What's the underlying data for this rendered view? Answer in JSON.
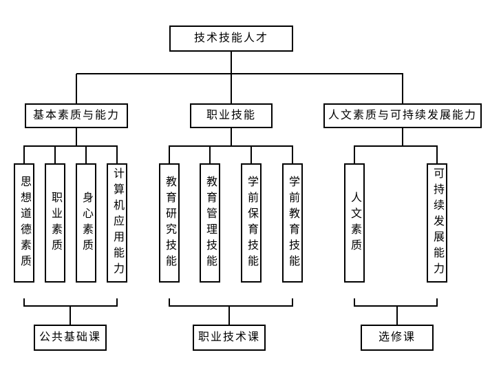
{
  "diagram": {
    "title": "curriculum-structure-tree",
    "root": {
      "label": "技术技能人才"
    },
    "branches": [
      {
        "label": "基本素质与能力",
        "children": [
          {
            "label": "思想道德素质"
          },
          {
            "label": "职业素质"
          },
          {
            "label": "身心素质"
          },
          {
            "label": "计算机应用能力"
          }
        ],
        "course": {
          "label": "公共基础课"
        }
      },
      {
        "label": "职业技能",
        "children": [
          {
            "label": "教育研究技能"
          },
          {
            "label": "教育管理技能"
          },
          {
            "label": "学前保育技能"
          },
          {
            "label": "学前教育技能"
          }
        ],
        "course": {
          "label": "职业技术课"
        }
      },
      {
        "label": "人文素质与可持续发展能力",
        "children": [
          {
            "label": "人文素质"
          },
          {
            "label": "可持续发展能力"
          }
        ],
        "course": {
          "label": "选修课"
        }
      }
    ],
    "colors": {
      "background": "#ffffff",
      "line": "#000000",
      "text": "#000000",
      "box_border": "#000000"
    }
  }
}
